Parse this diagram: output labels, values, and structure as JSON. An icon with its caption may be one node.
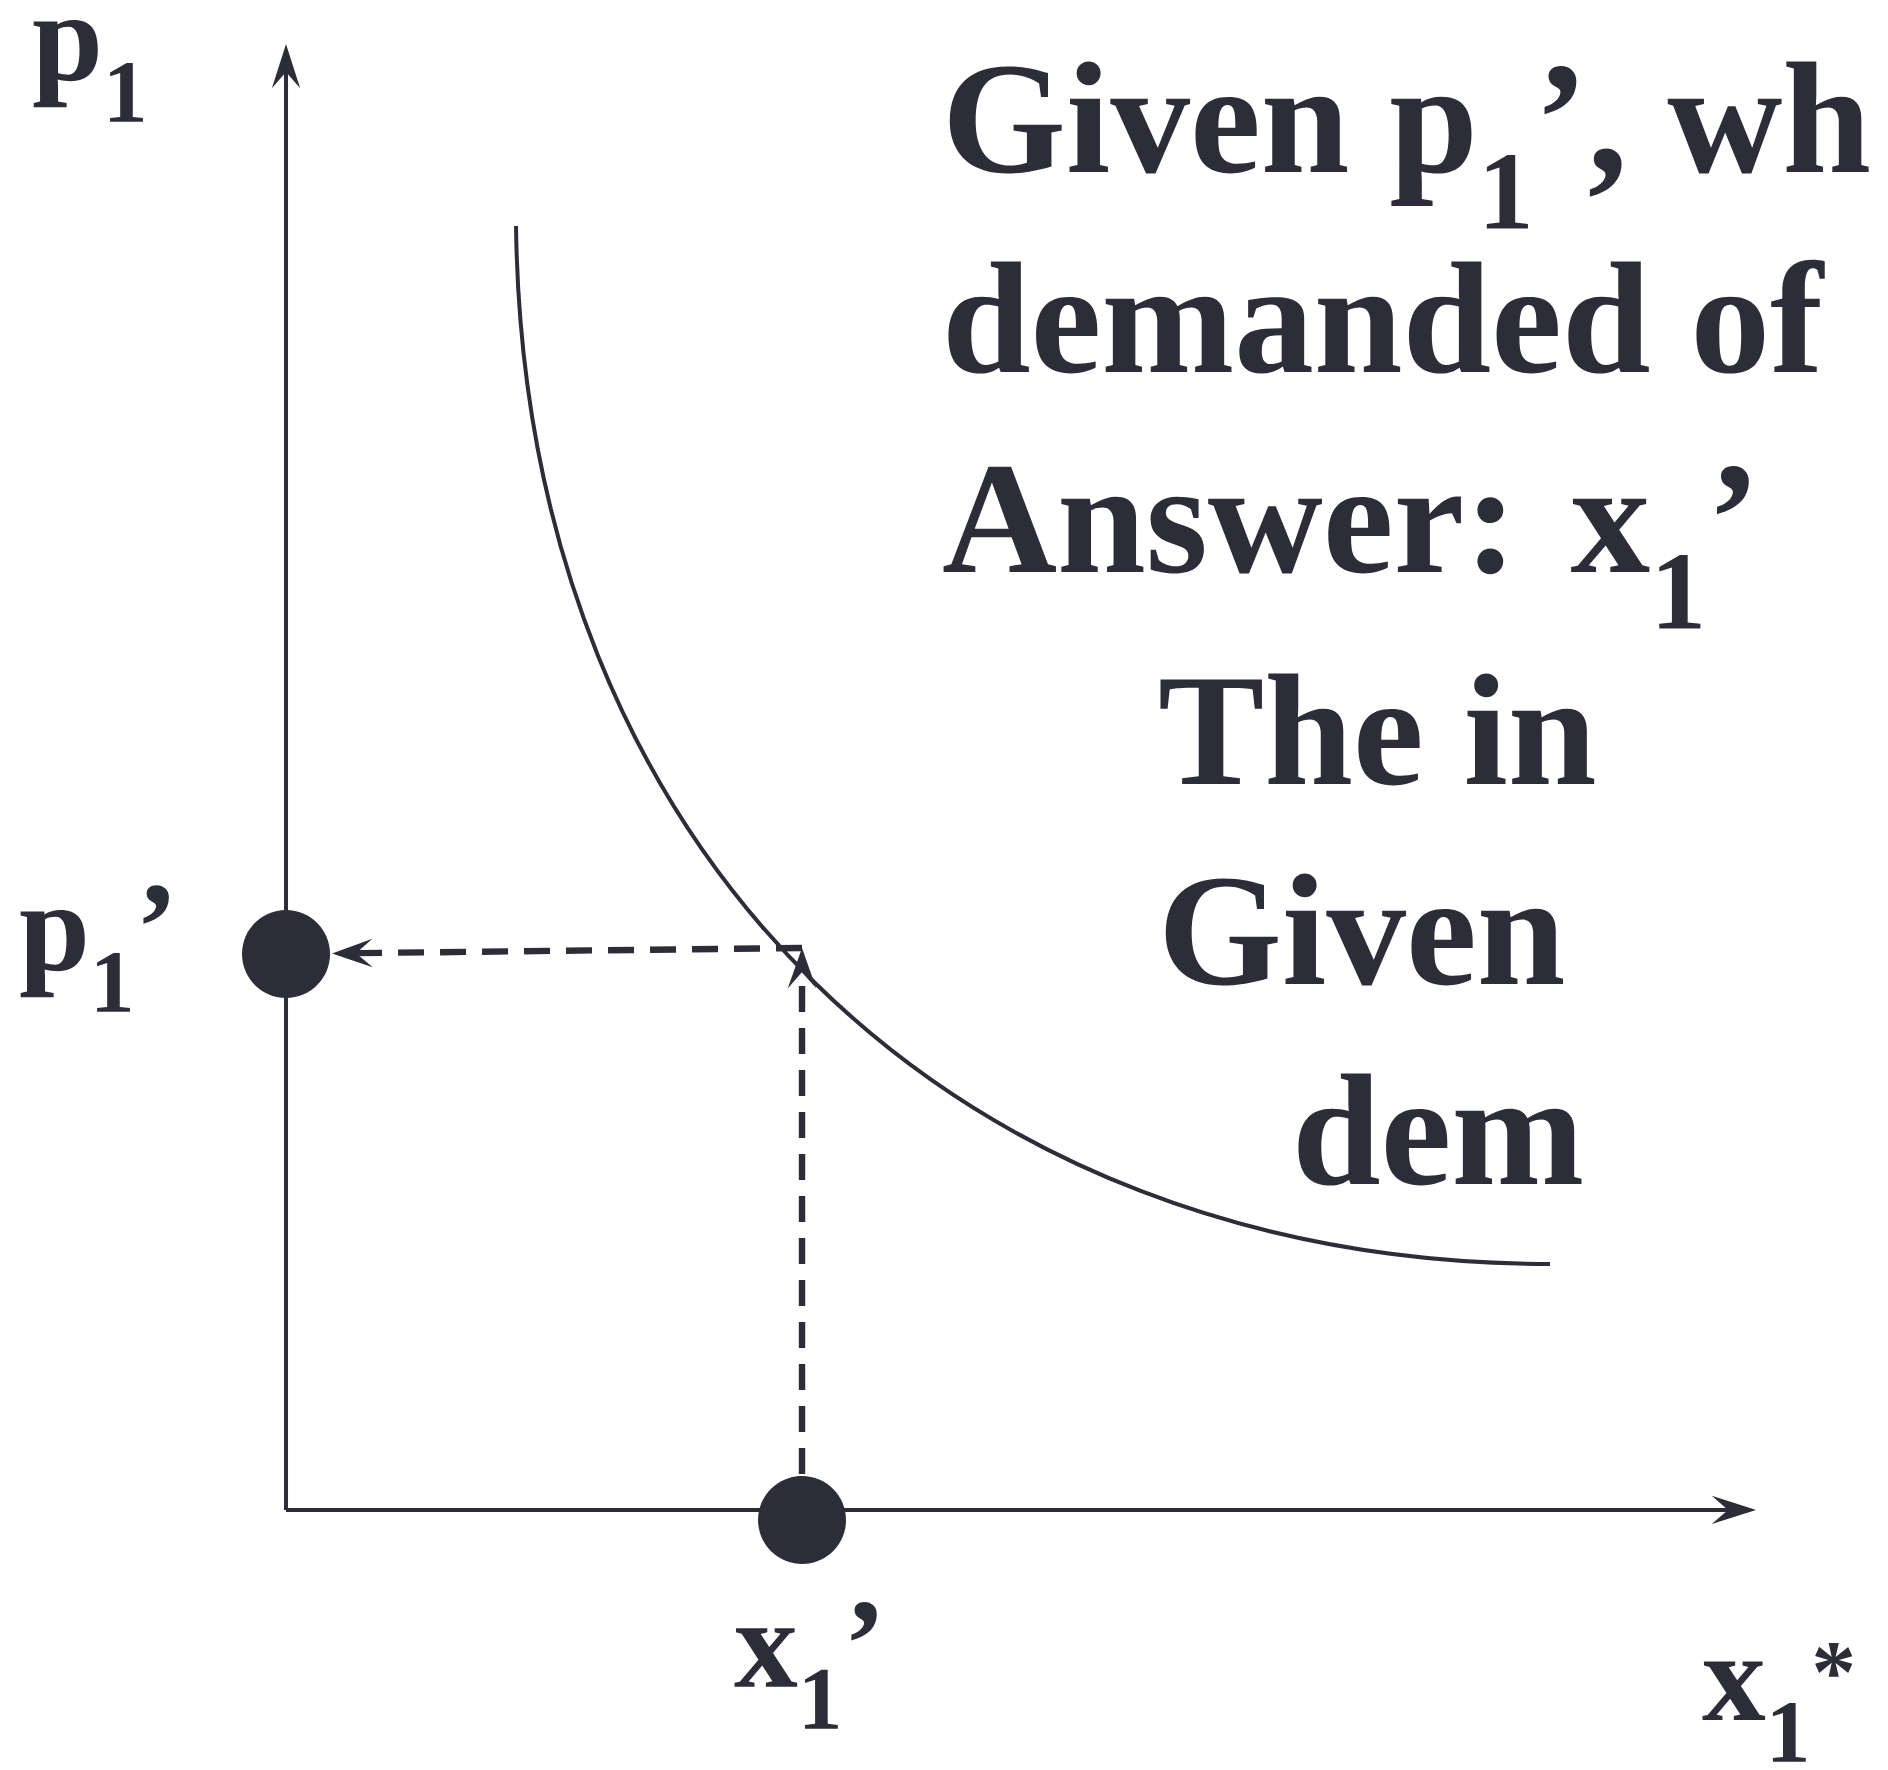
{
  "diagram": {
    "nodes": [
      {
        "text": [],
        "shape": "circle",
        "beside": [
          "p$_{1}$’"
        ]
      },
      {
        "text": [],
        "shape": "circle",
        "beside": [
          "x$_{1}$’"
        ]
      },
      {
        "text": [],
        "shape": "curve"
      }
    ],
    "edges": [
      {
        "from": 1,
        "to": 2,
        "arrow": "to",
        "style": "dashed"
      },
      {
        "from": 2,
        "to": 0,
        "arrow": "to",
        "style": "dashed"
      }
    ],
    "labels": [
      "p$_{1}$",
      "x$_{1}$$^{*}$",
      "Given p$_{1}$’, wh",
      "demanded of",
      "Answer:  x$_{1}$’",
      "The in",
      "Given",
      "dem"
    ]
  }
}
